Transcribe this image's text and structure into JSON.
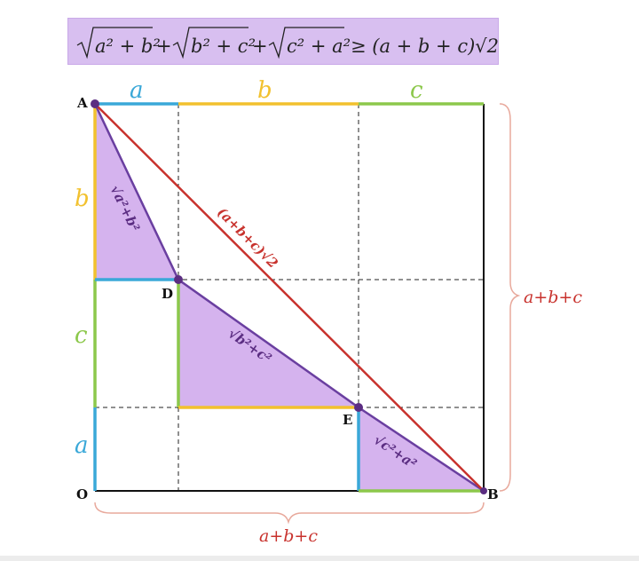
{
  "formula": {
    "term1": "a² + b²",
    "term2": "b² + c²",
    "term3": "c² + a²",
    "rhs": "≥ (a + b + c)√2"
  },
  "points": {
    "A": "A",
    "D": "D",
    "E": "E",
    "O": "O",
    "B": "B"
  },
  "segments": {
    "top_a": "a",
    "top_b": "b",
    "top_c": "c",
    "left_b": "b",
    "left_c": "c",
    "left_a": "a"
  },
  "hypotenuses": {
    "h1": "√a²+b²",
    "h2": "√b²+c²",
    "h3": "√c²+a²",
    "diagonal": "(a+b+c)√2"
  },
  "totals": {
    "right": "a+b+c",
    "bottom": "a+b+c"
  },
  "colors": {
    "a": "#3aa8d8",
    "b": "#f2c12e",
    "c": "#8cc84b",
    "diagonal": "#c8322d",
    "triangle_fill": "#d5b3ee",
    "triangle_stroke": "#6a3fa0",
    "point": "#5b2d82",
    "total_label": "#c8322d",
    "formula_bg": "#d8bff0"
  }
}
